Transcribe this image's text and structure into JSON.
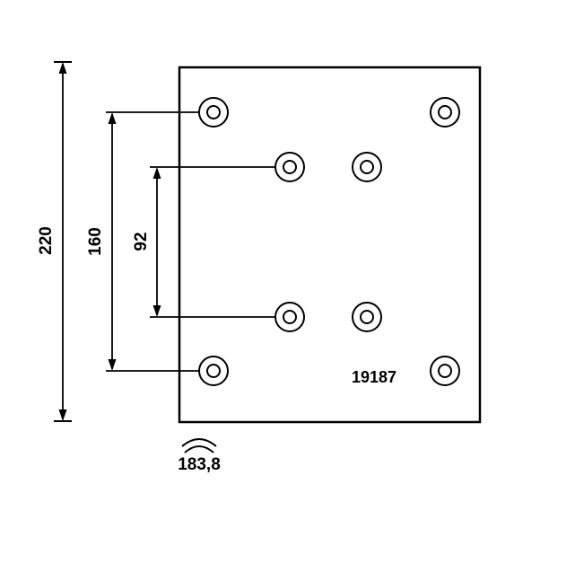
{
  "drawing": {
    "part_number": "19187",
    "dimensions": {
      "total_height": "220",
      "outer_hole_spacing": "160",
      "inner_hole_spacing": "92",
      "bottom_width": "183,8"
    },
    "symbols": {
      "bottom_symbol": "curvature-arc-icon"
    },
    "colors": {
      "line": "#000000",
      "background": "#ffffff"
    }
  }
}
